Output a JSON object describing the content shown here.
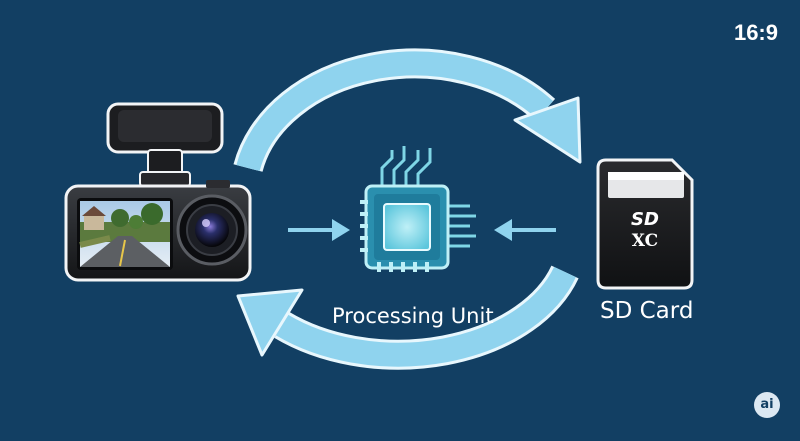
{
  "aspect_ratio_text": "16:9",
  "processing_label": "Processing Unit",
  "sd_label": "SD Card",
  "sd_card_marks": {
    "top": "SD",
    "bottom": "XC"
  },
  "badge_text": "ai",
  "colors": {
    "background": "#123f63",
    "arrow": "#8fd3ee",
    "arrow_outline": "#e8f7fd",
    "chip": "#7fd6e6"
  }
}
